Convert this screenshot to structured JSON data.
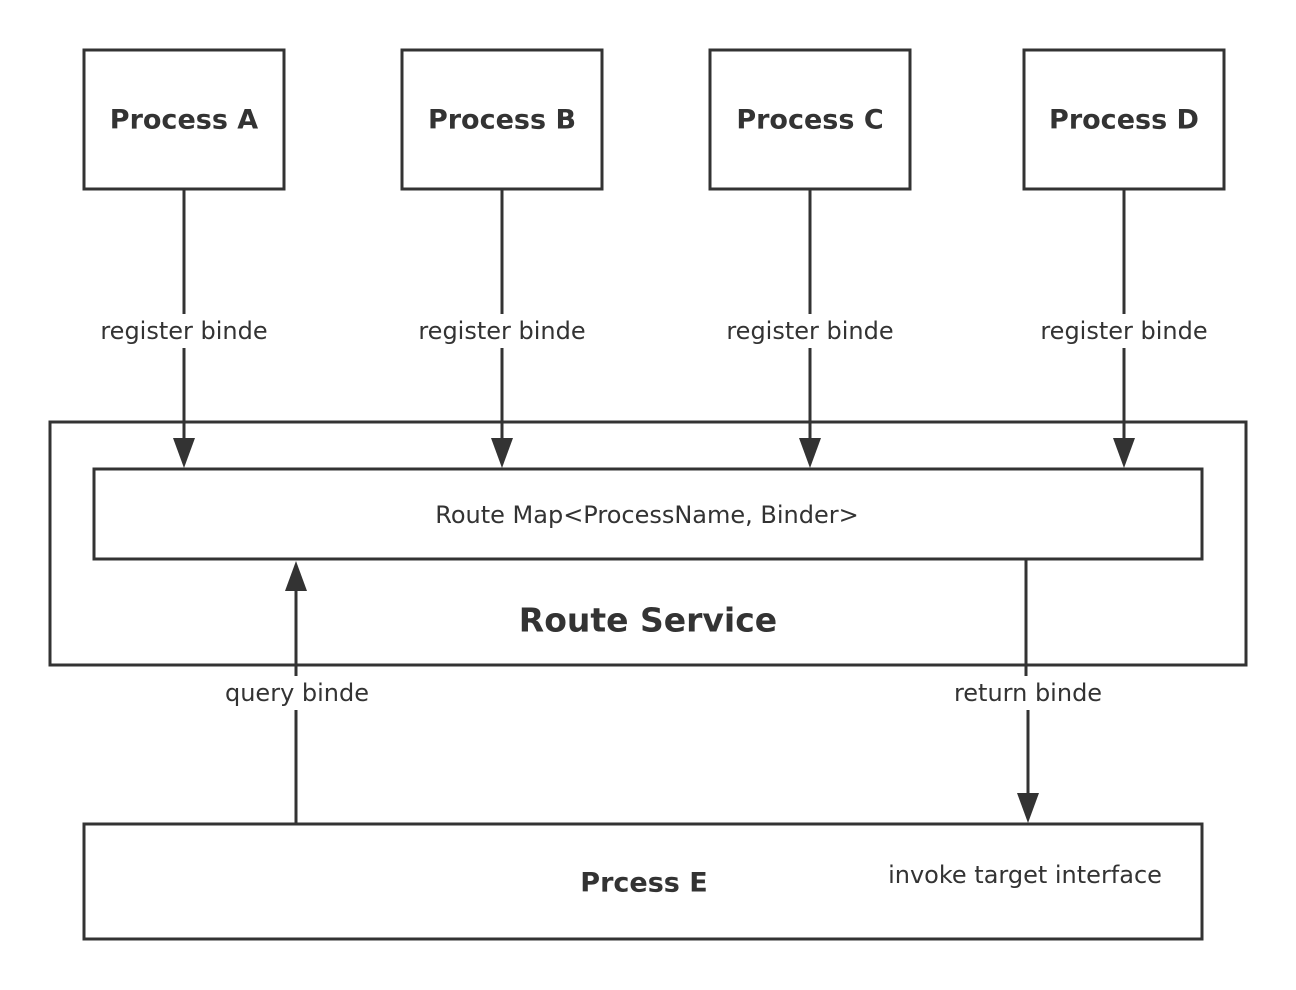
{
  "processes": [
    {
      "label": "Process A",
      "edge_label": "register binde"
    },
    {
      "label": "Process B",
      "edge_label": "register binde"
    },
    {
      "label": "Process C",
      "edge_label": "register binde"
    },
    {
      "label": "Process D",
      "edge_label": "register binde"
    }
  ],
  "route_service": {
    "title": "Route Service",
    "route_map_label": "Route Map<ProcessName, Binder>"
  },
  "client": {
    "title": "Prcess E",
    "note": "invoke target interface"
  },
  "edges": {
    "query": "query binde",
    "return": "return binde"
  },
  "colors": {
    "stroke": "#333333",
    "background": "#ffffff"
  }
}
